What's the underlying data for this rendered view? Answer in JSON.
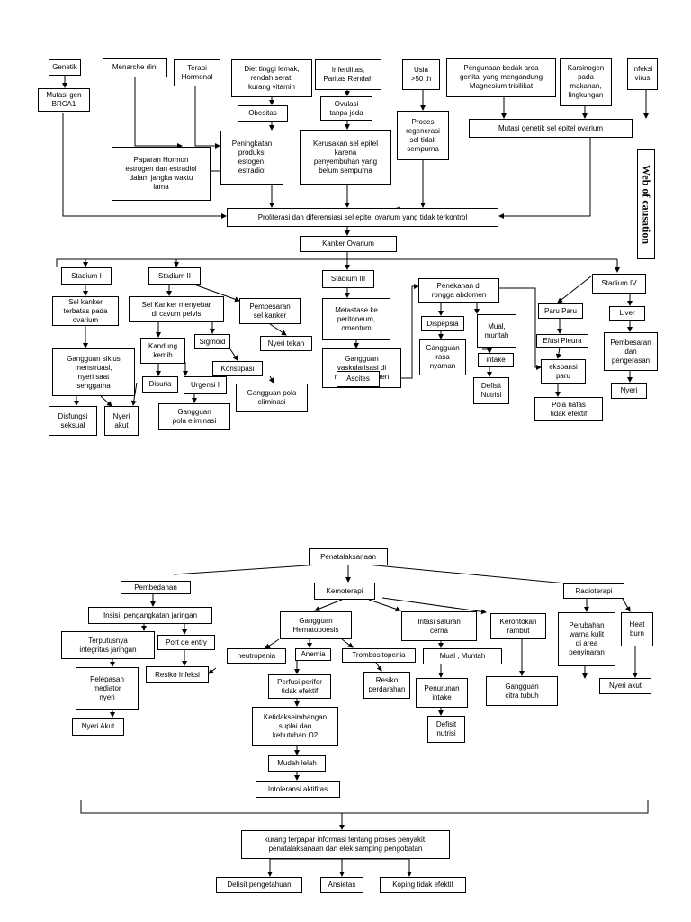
{
  "web_of_causation": {
    "title": "Web of causation",
    "risk_factors": {
      "genetik": "Genetik",
      "mutasi_brca1": "Mutasi gen\nBRCA1",
      "menarche_dini": "Menarche dini",
      "terapi_hormonal": "Terapi\nHormonal",
      "diet": "Diet tinggi lemak,\nrendah serat,\nkurang vitamin",
      "obesitas": "Obesitas",
      "produksi_estrogen": "Peningkatan\nproduksi\nestogen,\nestradiol",
      "paparan_hormon": "Paparan Hormon\nestrogen dan estradiol\ndalam jangka waktu\nlama",
      "infertilitas": "Infertilitas,\nParitas Rendah",
      "ovulasi": "Ovulasi\ntanpa jeda",
      "kerusakan_epitel": "Kerusakan sel epitel\nkarena\npenyembuhan yang\nbelum sempurna",
      "usia": "Usia\n>50 th",
      "proses_regenerasi": "Proses\nregenerasi\nsel tidak\nsempurna",
      "bedak": "Pengunaan bedak area\ngenital yang mengandung\nMagnesium trisilikat",
      "karsinogen": "Karsinogen\npada\nmakanan,\nlingkungan",
      "infeksi_virus": "Infeksi\nvirus",
      "mutasi_genetik": "Mutasi genetik sel epitel ovarium",
      "proliferasi": "Proliferasi dan diferensiasi sel epitel ovarium yang tidak terkontrol",
      "kanker_ovarium": "Kanker Ovarium"
    },
    "stadium_1": {
      "label": "Stadium I",
      "sel_kanker": "Sel kanker\nterbatas pada\novarium",
      "gangguan_siklus": "Gangguan siklus\nmenstruasi,\nnyeri saat\nsenggama",
      "disfungsi": "Disfungsi\nseksual",
      "nyeri_akut": "Nyeri\nakut"
    },
    "stadium_2": {
      "label": "Stadium II",
      "sel_kanker": "Sel Kanker menyebar\ndi cavum pelvis",
      "kandung_kemih": "Kandung\nkemih",
      "disuria": "Disuria",
      "urgensi": "Urgensi I",
      "gangguan_eliminasi": "Gangguan\npola eliminasi",
      "sigmoid": "Sigmoid",
      "konstipasi": "Konstipasi",
      "gangguan_pola": "Gangguan pola\neliminasi",
      "pembesaran": "Pembesaran\nsel kanker",
      "nyeri_tekan": "Nyeri tekan"
    },
    "stadium_3": {
      "label": "Stadium III",
      "metastase": "Metastase ke\nperitoneum,\nomentum",
      "gangguan_vaskularisasi": "Gangguan\nvaskularisasi di\nrongga abdomen",
      "ascites": "Ascites",
      "penekanan": "Penekanan di\nrongga abdomen",
      "dispepsia": "Dispepsia",
      "gangguan_rasa": "Gangguan\nrasa\nnyaman",
      "mual_muntah": "Mual,\nmuntah",
      "intake": "intake",
      "defisit_nutrisi": "Defisit\nNutrisi"
    },
    "stadium_4": {
      "label": "Stadium IV",
      "paru": "Paru Paru",
      "efusi": "Efusi Pleura",
      "ekspansi": "ekspansi\nparu",
      "pola_nafas": "Pola nafas\ntidak efektif",
      "liver": "Liver",
      "pembesaran_liver": "Pembesaran\ndan\npengerasan",
      "nyeri": "Nyeri"
    }
  },
  "penatalaksanaan": {
    "title": "Penatalaksanaan",
    "pembedahan": {
      "label": "Pembedahan",
      "insisi": "Insisi, pengangkatan jaringan",
      "terputus": "Terputusnya\nintegritas jaringan",
      "pelepasan": "Pelepasan\nmediator\nnyeri",
      "nyeri_akut": "Nyeri Akut",
      "port": "Port de entry",
      "resiko_infeksi": "Resiko Infeksi"
    },
    "kemoterapi": {
      "label": "Kemoterapi",
      "hematopoesis": "Gangguan\nHematopoesis",
      "neutropenia": "neutropenia",
      "anemia": "Anemia",
      "trombositopenia": "Trombositopenia",
      "resiko_perdarahan": "Resiko\nperdarahan",
      "perfusi": "Perfusi perifer\ntidak efektif",
      "ketidakseimbangan": "Ketidakseimbangan\nsuplai dan\nkebutuhan O2",
      "mudah_lelah": "Mudah lelah",
      "intoleransi": "Intoleransi aktifitas",
      "iritasi": "Iritasi saluran\ncerna",
      "mual_muntah": "Mual , Muntah",
      "penurunan_intake": "Penurunan\nintake",
      "defisit_nutrisi": "Defisit\nnutrisi",
      "kerontokan": "Kerontokan\nrambut",
      "gangguan_citra": "Gangguan\ncitra tubuh"
    },
    "radioterapi": {
      "label": "Radioterapi",
      "perubahan_warna": "Perubahan\nwarna kulit\ndi area\npenyinaran",
      "heat_burn": "Heat\nburn",
      "nyeri_akut": "Nyeri akut"
    },
    "kurang_informasi": "kurang terpapar informasi tentang proses penyakit,\npenatalaksanaan dan efek samping pengobatan",
    "defisit_pengetahuan": "Defisit pengetahuan",
    "ansietas": "Ansietas",
    "koping": "Koping tidak efektif"
  }
}
